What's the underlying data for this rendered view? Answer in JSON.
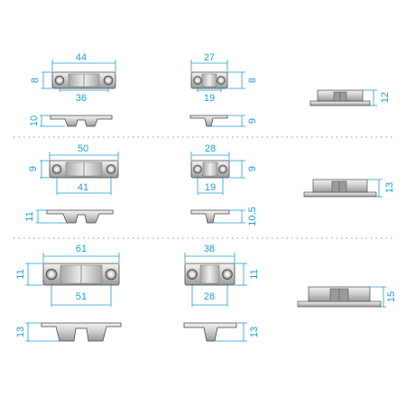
{
  "colors": {
    "dimension": "#1e9fd4",
    "outline": "#4a4a4a",
    "metal_light": "#e4e4e4",
    "metal_mid": "#bdbdbd",
    "metal_dark": "#8a8a8a",
    "divider": "#9a9a9a"
  },
  "rows": [
    {
      "catch_a": {
        "width": "44",
        "height": "8",
        "inner": "36",
        "profile_height": "10"
      },
      "catch_b": {
        "width": "27",
        "height": "8",
        "inner": "19",
        "profile_height": "9"
      },
      "strike_height": "12"
    },
    {
      "catch_a": {
        "width": "50",
        "height": "9",
        "inner": "41",
        "profile_height": "11"
      },
      "catch_b": {
        "width": "28",
        "height": "9",
        "inner": "19",
        "profile_height": "10,5"
      },
      "strike_height": "13"
    },
    {
      "catch_a": {
        "width": "61",
        "height": "11",
        "inner": "51",
        "profile_height": "13"
      },
      "catch_b": {
        "width": "38",
        "height": "11",
        "inner": "28",
        "profile_height": "13"
      },
      "strike_height": "15"
    }
  ]
}
